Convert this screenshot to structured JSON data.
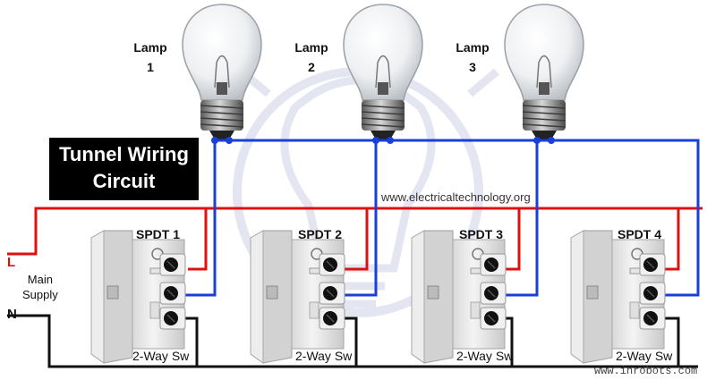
{
  "title": {
    "line1": "Tunnel Wiring",
    "line2": "Circuit"
  },
  "lamps": [
    {
      "label": "Lamp",
      "num": "1"
    },
    {
      "label": "Lamp",
      "num": "2"
    },
    {
      "label": "Lamp",
      "num": "3"
    }
  ],
  "switches": [
    {
      "name": "SPDT 1",
      "caption": "2-Way Sw"
    },
    {
      "name": "SPDT 2",
      "caption": "2-Way Sw"
    },
    {
      "name": "SPDT 3",
      "caption": "2-Way Sw"
    },
    {
      "name": "SPDT 4",
      "caption": "2-Way Sw"
    }
  ],
  "supply": {
    "live": "L",
    "neutral": "N",
    "label_line1": "Main",
    "label_line2": "Supply"
  },
  "watermark": "www.electricaltechnology.org",
  "credit": "www.inrobots.com",
  "colors": {
    "live": "#e01010",
    "lamp_wire": "#1a3fd6",
    "neutral": "#111111",
    "title_bg": "#000000"
  }
}
